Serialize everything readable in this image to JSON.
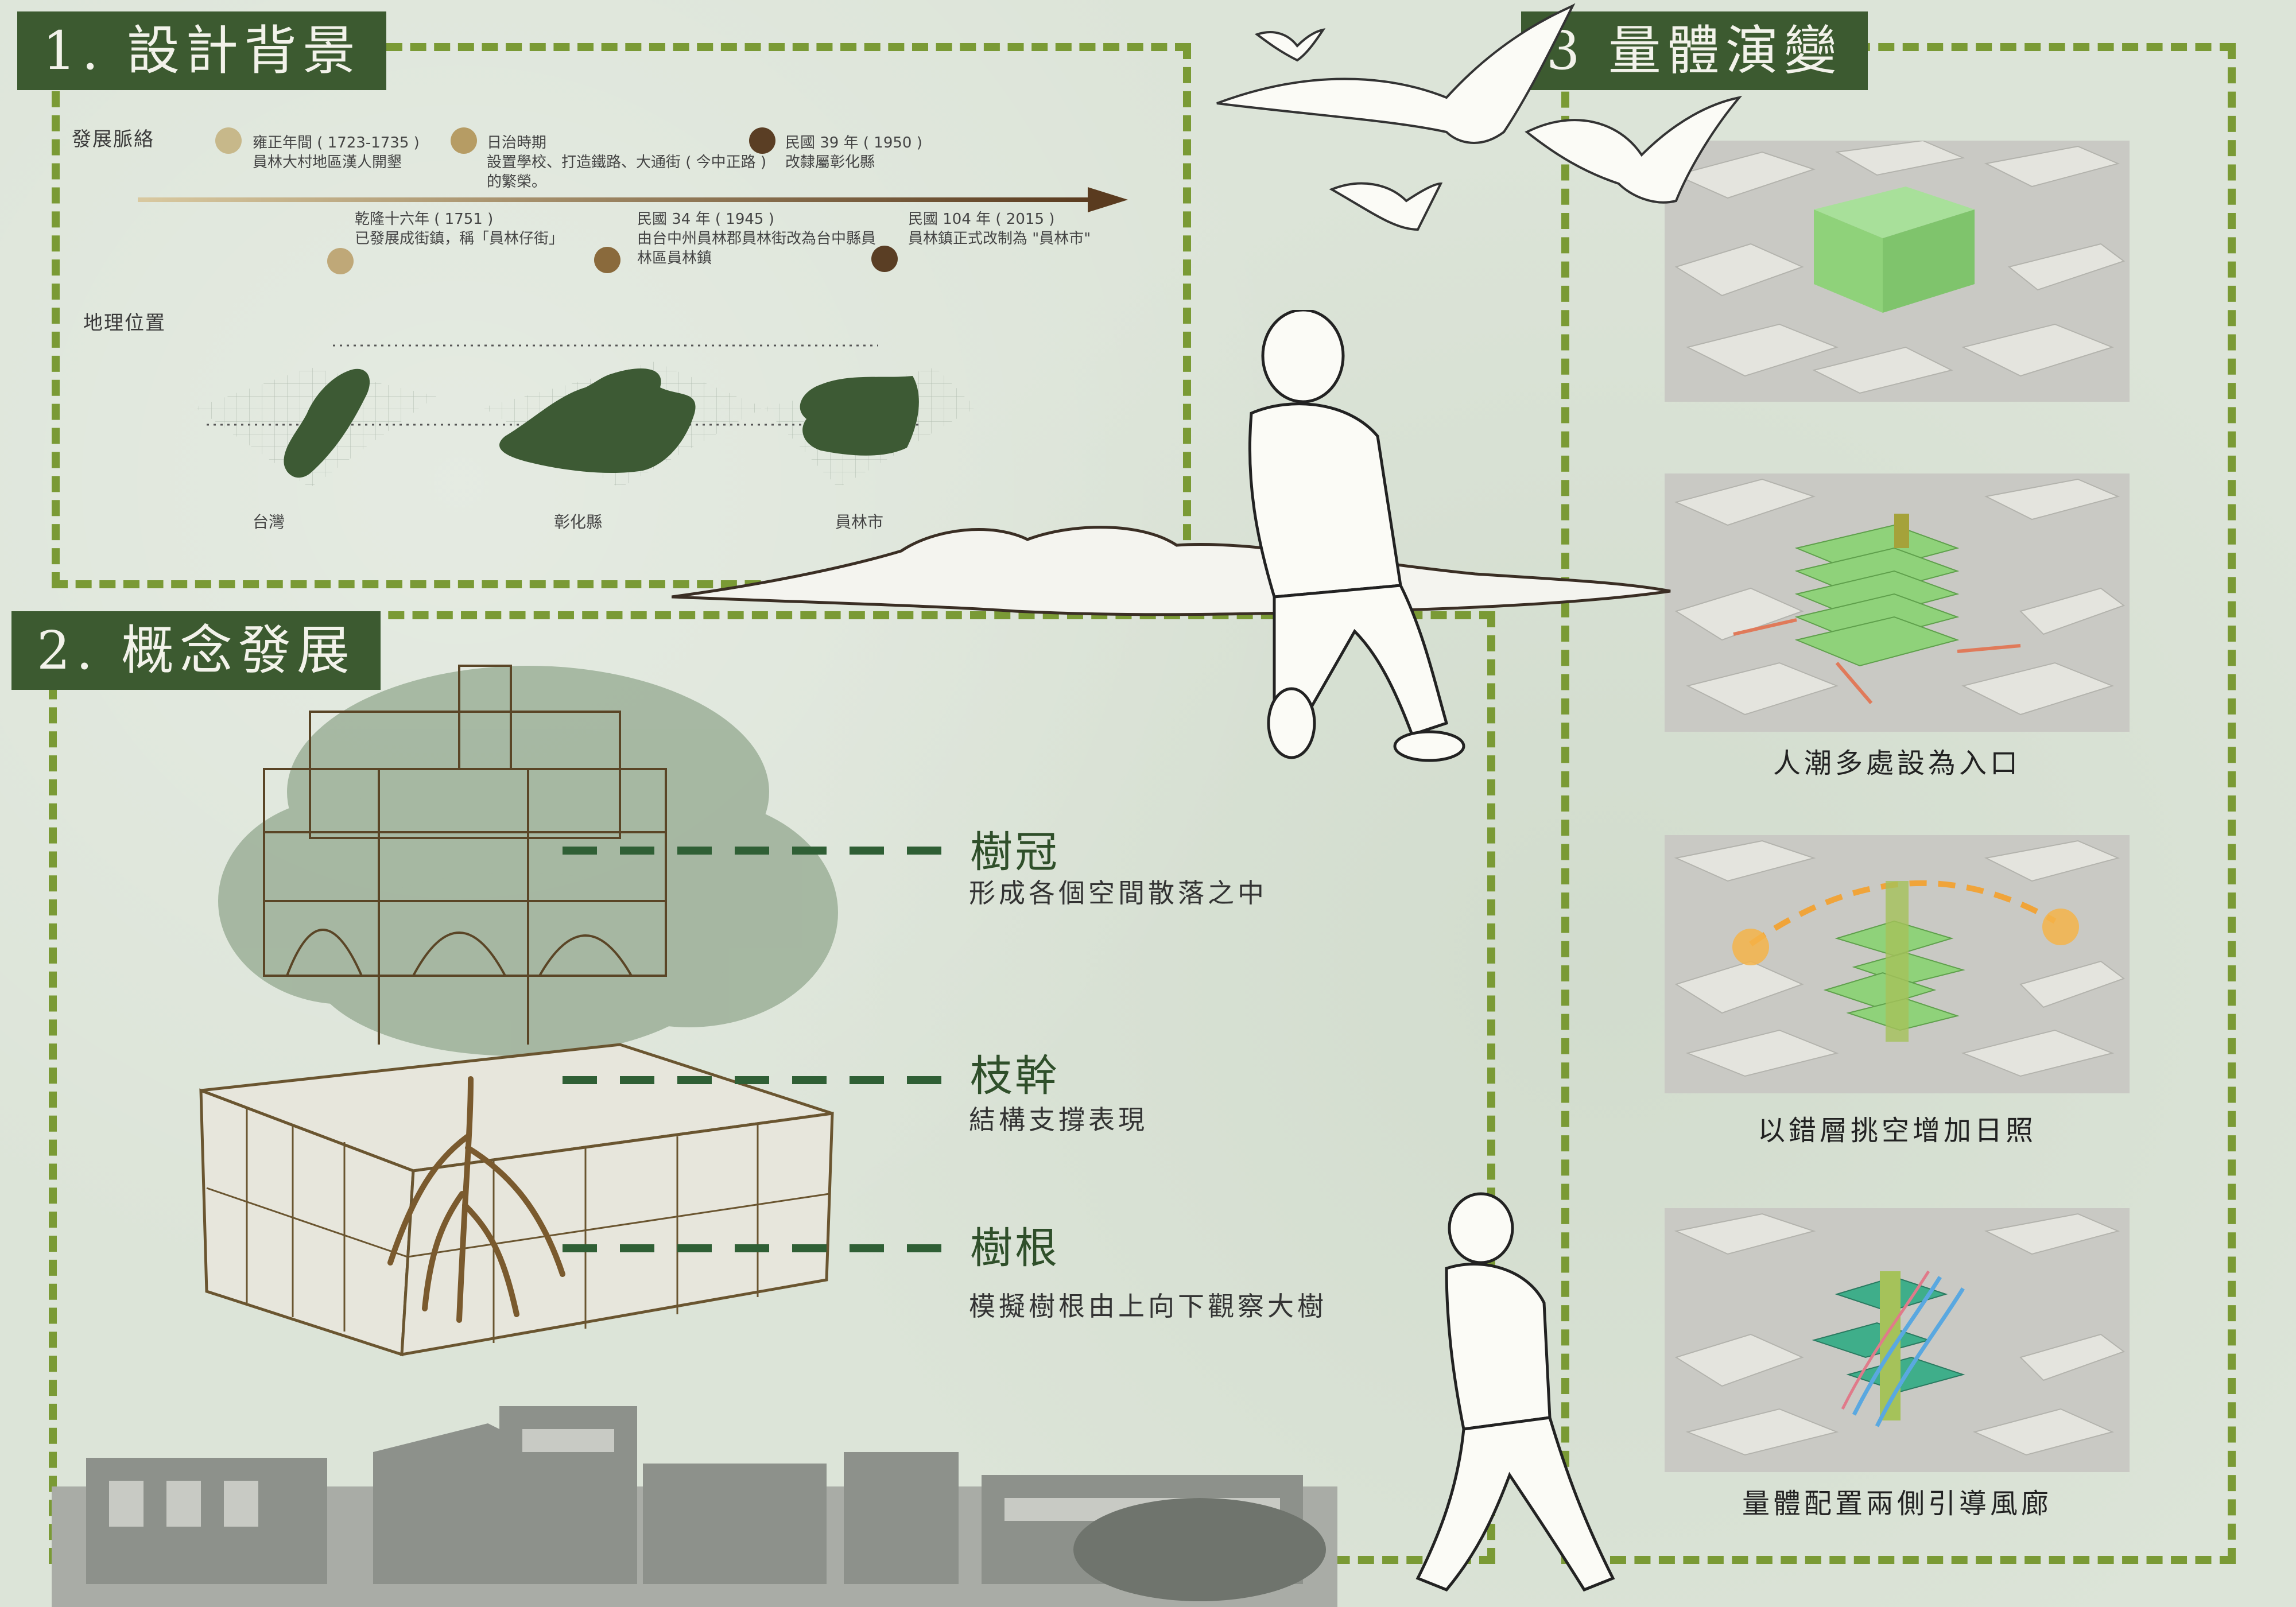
{
  "sections": {
    "background": {
      "title": "1. 設計背景",
      "timeline_label": "發展脈絡",
      "location_label": "地理位置",
      "events_top": [
        {
          "text": "雍正年間 ( 1723-1735 )\n員林大村地區漢人開墾",
          "color": "#c7b88a"
        },
        {
          "text": "日治時期\n設置學校、打造鐵路、大通街 ( 今中正路 )\n的繁榮。",
          "color": "#b69c64"
        },
        {
          "text": "民國 39 年 ( 1950 )\n改隸屬彰化縣",
          "color": "#5a3e24"
        }
      ],
      "events_bottom": [
        {
          "text": "乾隆十六年 ( 1751 )\n已發展成街鎮，稱「員林仔街」",
          "color": "#bfa878"
        },
        {
          "text": "民國 34 年 ( 1945 )\n由台中州員林郡員林街改為台中縣員\n林區員林鎮",
          "color": "#8a6a3c"
        },
        {
          "text": "民國 104 年 ( 2015 )\n員林鎮正式改制為 \"員林市\"",
          "color": "#5a3e24"
        }
      ],
      "maps": [
        "台灣",
        "彰化縣",
        "員林市"
      ]
    },
    "concept": {
      "title": "2. 概念發展",
      "items": [
        {
          "title": "樹冠",
          "desc": "形成各個空間散落之中"
        },
        {
          "title": "枝幹",
          "desc": "結構支撐表現"
        },
        {
          "title": "樹根",
          "desc": "模擬樹根由上向下觀察大樹"
        }
      ]
    },
    "massing": {
      "title": "3 量體演變",
      "captions": [
        "人潮多處設為入口",
        "以錯層挑空增加日照",
        "量體配置兩側引導風廊"
      ]
    }
  },
  "colors": {
    "accent_dash": "#7a9a35",
    "title_bg": "#3c5a30",
    "map_fill": "#3d5a34",
    "mass_green": "#8fd27a"
  }
}
